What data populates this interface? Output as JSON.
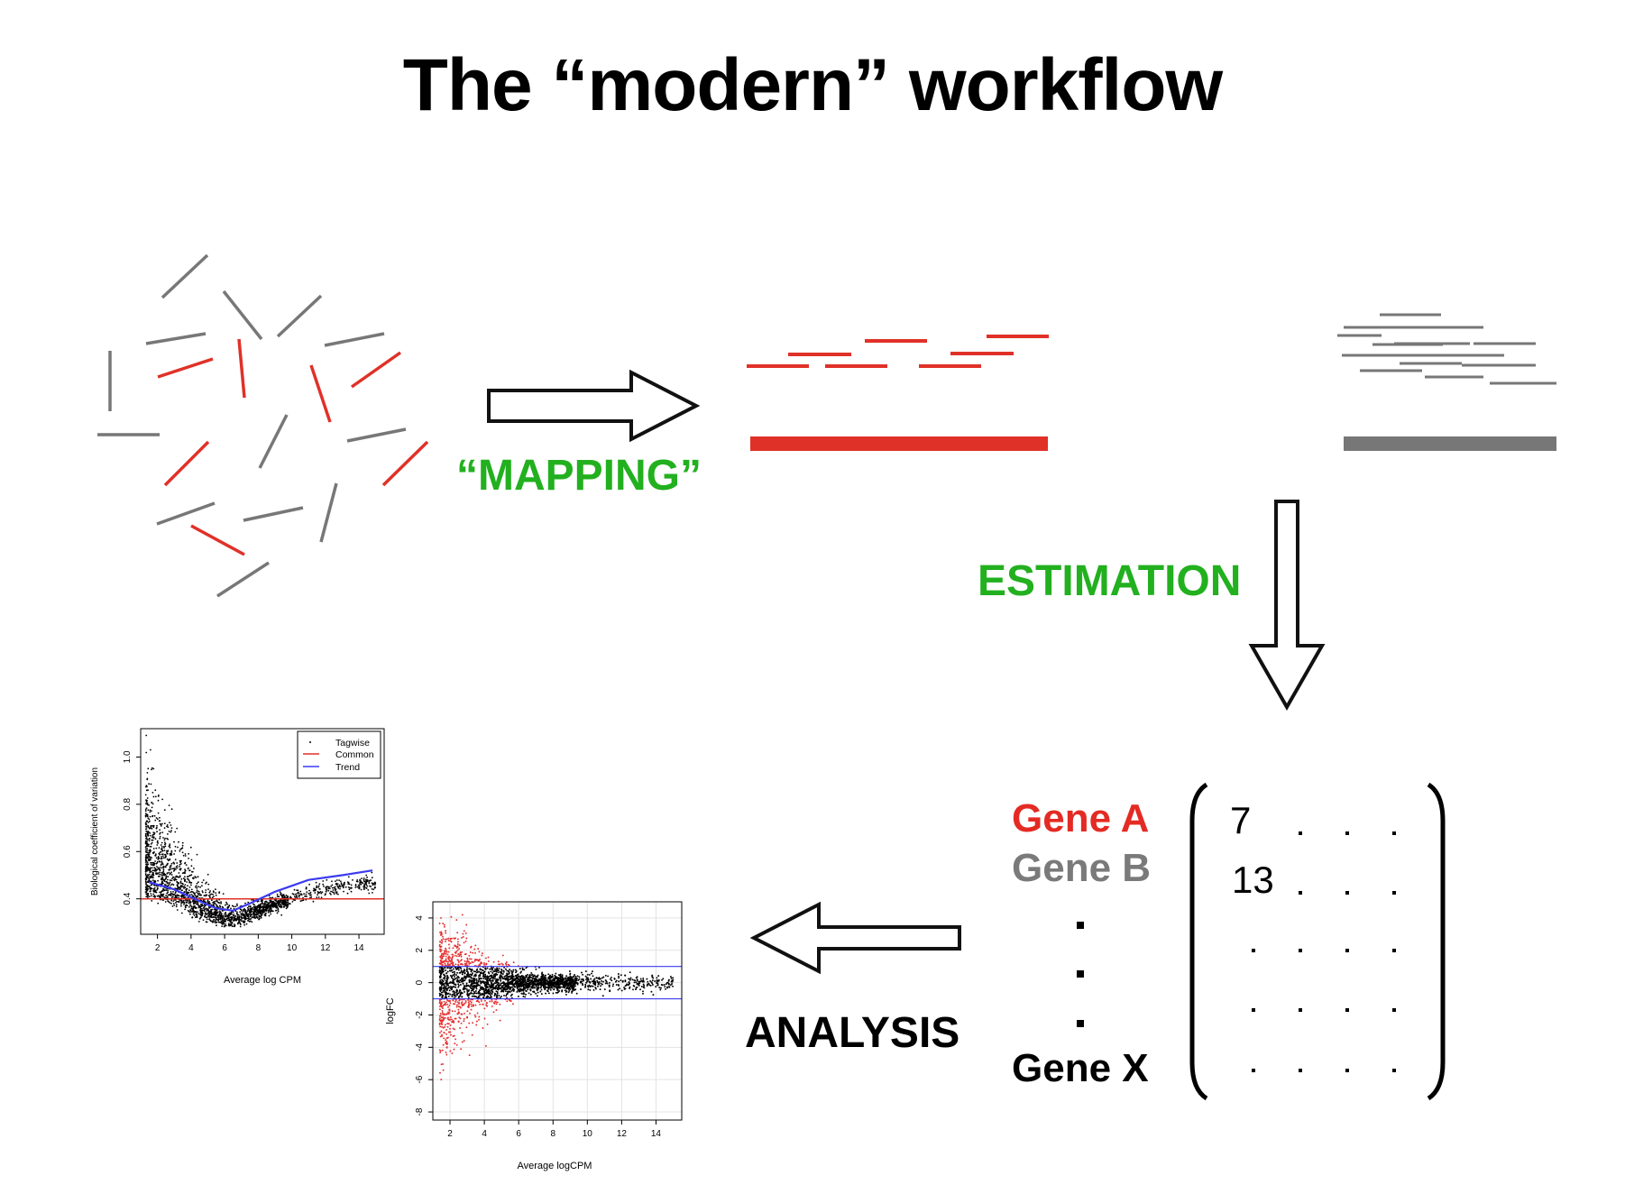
{
  "title": "The “modern” workflow",
  "steps": {
    "mapping": "“MAPPING”",
    "estimation": "ESTIMATION",
    "analysis": "ANALYSIS"
  },
  "genes": [
    {
      "label": "Gene A",
      "color": "#e32b24"
    },
    {
      "label": "Gene B",
      "color": "#7a7a7a"
    },
    {
      "label": "Gene X",
      "color": "#000000"
    }
  ],
  "matrix_values": [
    "7",
    "13"
  ],
  "colors": {
    "red": "#e03128",
    "gray": "#777777",
    "green": "#22b01f",
    "blue": "#3b3bf0"
  },
  "chart_data": [
    {
      "type": "scatter",
      "xlabel": "Average log CPM",
      "ylabel": "Biological coefficient of variation",
      "x_ticks": [
        "2",
        "4",
        "6",
        "8",
        "10",
        "12",
        "14"
      ],
      "y_ticks": [
        "0.4",
        "0.6",
        "0.8",
        "1.0"
      ],
      "xlim": [
        1,
        15.5
      ],
      "ylim": [
        0.25,
        1.12
      ],
      "legend_position": "top-right",
      "legend": [
        "Tagwise",
        "Common",
        "Trend"
      ],
      "common_dispersion": 0.4,
      "trend": {
        "x": [
          1.5,
          3,
          4.5,
          5.5,
          6.5,
          7.5,
          9,
          11,
          13,
          14.8
        ],
        "y": [
          0.47,
          0.44,
          0.39,
          0.36,
          0.35,
          0.38,
          0.43,
          0.48,
          0.5,
          0.52
        ]
      }
    },
    {
      "type": "scatter",
      "xlabel": "Average logCPM",
      "ylabel": "logFC",
      "x_ticks": [
        "2",
        "4",
        "6",
        "8",
        "10",
        "12",
        "14"
      ],
      "y_ticks": [
        "-8",
        "-6",
        "-4",
        "-2",
        "0",
        "2",
        "4"
      ],
      "xlim": [
        1,
        15.5
      ],
      "ylim": [
        -8.5,
        5
      ],
      "thresholds": [
        1,
        -1
      ]
    }
  ]
}
